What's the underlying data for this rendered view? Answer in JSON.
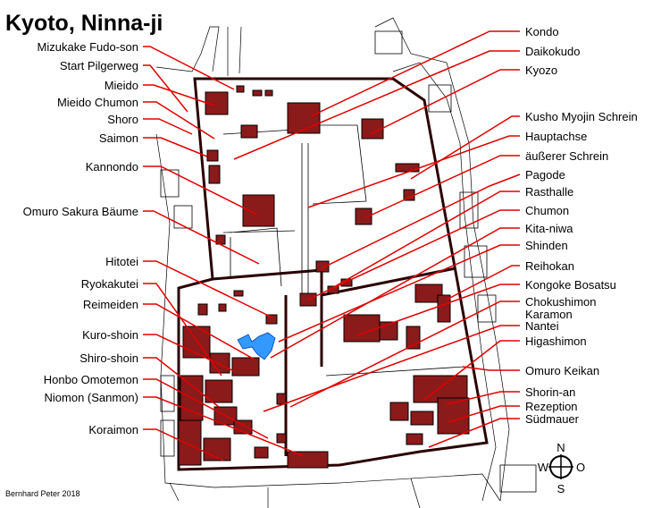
{
  "title": "Kyoto, Ninna-ji",
  "credit": "Bernhard Peter 2018",
  "colors": {
    "building": "#8b1a1a",
    "leader": "#e00000",
    "pond": "#3399ff"
  },
  "labels_left": [
    "Mizukake Fudo-son",
    "Start Pilgerweg",
    "Mieido",
    "Mieido Chumon",
    "Shoro",
    "Saimon",
    "Kannondo",
    "Omuro Sakura Bäume",
    "Hitotei",
    "Ryokakutei",
    "Reimeiden",
    "Kuro-shoin",
    "Shiro-shoin",
    "Honbo Omotemon",
    "Niomon (Sanmon)",
    "Koraimon"
  ],
  "labels_right": [
    "Kondo",
    "Daikokudo",
    "Kyozo",
    "Kusho Myojin Schrein",
    "Hauptachse",
    "äußerer Schrein",
    "Pagode",
    "Rasthalle",
    "Chumon",
    "Kita-niwa",
    "Shinden",
    "Reihokan",
    "Kongoke Bosatsu",
    "Chokushimon",
    "Karamon",
    "Nantei",
    "Higashimon",
    "Omuro Keikan",
    "Shorin-an",
    "Rezeption",
    "Südmauer"
  ],
  "compass": {
    "n": "N",
    "s": "S",
    "w": "W",
    "e": "O"
  }
}
